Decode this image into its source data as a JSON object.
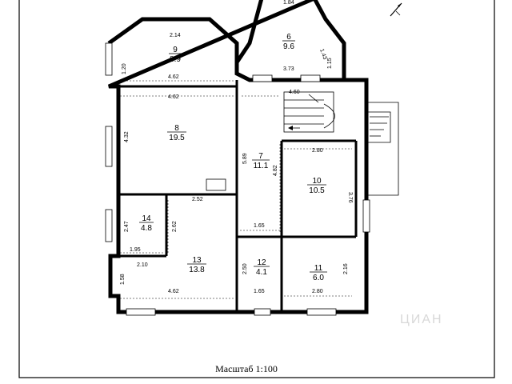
{
  "plan": {
    "scale_label": "Масштаб 1:100",
    "watermark": "ЦИАН",
    "rooms": [
      {
        "id": "room-9",
        "number": "9",
        "area": "8.9"
      },
      {
        "id": "room-6",
        "number": "6",
        "area": "9.6"
      },
      {
        "id": "room-8",
        "number": "8",
        "area": "19.5"
      },
      {
        "id": "room-7",
        "number": "7",
        "area": "11.1"
      },
      {
        "id": "room-10",
        "number": "10",
        "area": "10.5"
      },
      {
        "id": "room-14",
        "number": "14",
        "area": "4.8"
      },
      {
        "id": "room-13",
        "number": "13",
        "area": "13.8"
      },
      {
        "id": "room-12",
        "number": "12",
        "area": "4.1"
      },
      {
        "id": "room-11",
        "number": "11",
        "area": "6.0"
      }
    ],
    "dimensions": [
      {
        "id": "d-184",
        "value": "1.84"
      },
      {
        "id": "d-214",
        "value": "2.14"
      },
      {
        "id": "d-143",
        "value": "1.43"
      },
      {
        "id": "d-120",
        "value": "1.20"
      },
      {
        "id": "d-115",
        "value": "1.15"
      },
      {
        "id": "d-373",
        "value": "3.73"
      },
      {
        "id": "d-462-top",
        "value": "4.62"
      },
      {
        "id": "d-462-mid",
        "value": "4.62"
      },
      {
        "id": "d-460",
        "value": "4.60"
      },
      {
        "id": "d-432",
        "value": "4.32"
      },
      {
        "id": "d-589",
        "value": "5.89"
      },
      {
        "id": "d-482",
        "value": "4.82"
      },
      {
        "id": "d-280-top",
        "value": "2.80"
      },
      {
        "id": "d-376",
        "value": "3.76"
      },
      {
        "id": "d-252",
        "value": "2.52"
      },
      {
        "id": "d-247",
        "value": "2.47"
      },
      {
        "id": "d-262",
        "value": "2.62"
      },
      {
        "id": "d-165-mid",
        "value": "1.65"
      },
      {
        "id": "d-195",
        "value": "1.95"
      },
      {
        "id": "d-210",
        "value": "2.10"
      },
      {
        "id": "d-250",
        "value": "2.50"
      },
      {
        "id": "d-216",
        "value": "2.16"
      },
      {
        "id": "d-158",
        "value": "1.58"
      },
      {
        "id": "d-462-bot",
        "value": "4.62"
      },
      {
        "id": "d-165-bot",
        "value": "1.65"
      },
      {
        "id": "d-280-bot",
        "value": "2.80"
      }
    ]
  }
}
